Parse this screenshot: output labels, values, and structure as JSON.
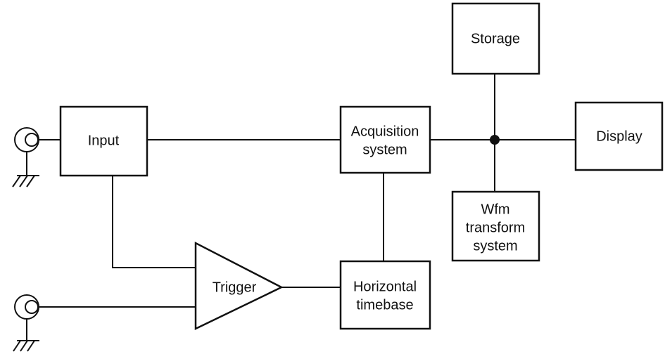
{
  "diagram": {
    "blocks": {
      "input": "Input",
      "acquisition": [
        "Acquisition",
        "system"
      ],
      "storage": "Storage",
      "display": "Display",
      "wfm_transform": [
        "Wfm",
        "transform",
        "system"
      ],
      "trigger": "Trigger",
      "horizontal": [
        "Horizontal",
        "timebase"
      ]
    }
  }
}
